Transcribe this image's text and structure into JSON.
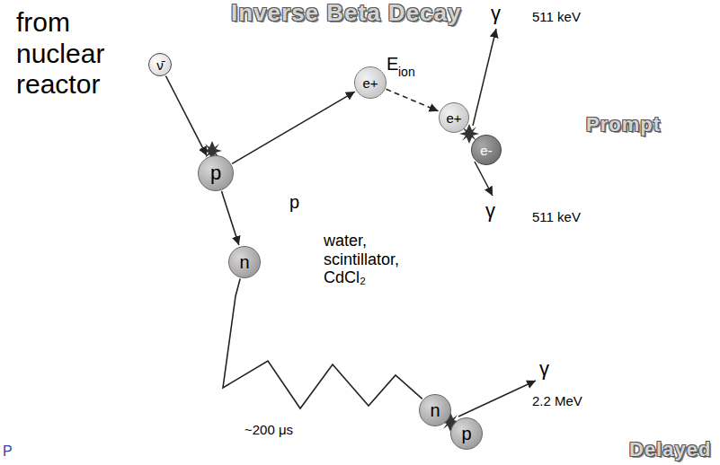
{
  "diagram": {
    "title": "Inverse Beta Decay",
    "nodes": [
      {
        "text": [
          "ν̄"
        ]
      },
      {
        "text": [
          "p"
        ]
      },
      {
        "text": [
          "e+"
        ]
      },
      {
        "text": [
          "e+"
        ]
      },
      {
        "text": [
          "e-"
        ]
      },
      {
        "text": [
          "n"
        ]
      },
      {
        "text": [
          "n"
        ]
      },
      {
        "text": [
          "p"
        ]
      }
    ],
    "edges": [
      {
        "from": 0,
        "to": 1,
        "arrow": "to"
      },
      {
        "from": 1,
        "to": 2,
        "arrow": "to"
      },
      {
        "from": 2,
        "to": 3,
        "arrow": "to"
      },
      {
        "from": 1,
        "to": 5,
        "arrow": "to"
      },
      {
        "from": 5,
        "to": 6,
        "arrow": "none"
      }
    ],
    "labels": [
      "from nuclear reactor",
      "E",
      "ion",
      "p",
      "water, scintillator, CdCl₂",
      "γ",
      "511 keV",
      "Prompt",
      "γ",
      "511 keV",
      "γ",
      "2.2 MeV",
      "~200 μs",
      "P",
      "Delayed"
    ]
  }
}
